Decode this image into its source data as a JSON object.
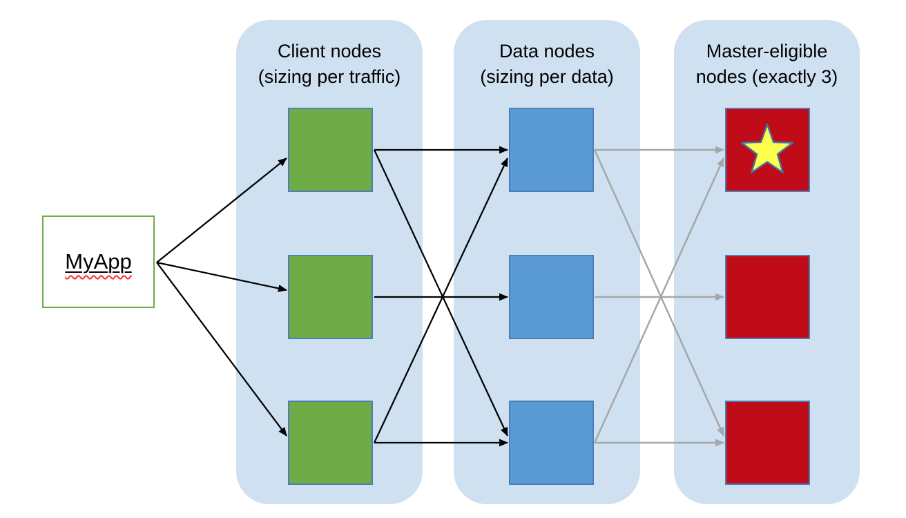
{
  "app_node": {
    "label": "MyApp"
  },
  "columns": [
    {
      "id": "client-nodes",
      "title_line1": "Client nodes",
      "title_line2": "(sizing per traffic)",
      "node_color": "#6FAC47",
      "node_count": 3
    },
    {
      "id": "data-nodes",
      "title_line1": "Data nodes",
      "title_line2": "(sizing per data)",
      "node_color": "#5B9BD5",
      "node_count": 3
    },
    {
      "id": "master-nodes",
      "title_line1": "Master-eligible",
      "title_line2": "nodes (exactly 3)",
      "node_color": "#C00B18",
      "node_count": 3
    }
  ],
  "master_star": {
    "on_node": "master-1",
    "fill": "#FFFF4D",
    "outline": "#3F76A6"
  },
  "colors": {
    "column_bg": "#CFE0F1",
    "node_border": "#4A7EBB",
    "app_box_border": "#6FAC47",
    "black_arrow": "#000000",
    "gray_arrow": "#A6A6A6",
    "spellcheck_underline": "#FF2A2A"
  },
  "connections": [
    {
      "from": "myapp",
      "to": "client-1",
      "color": "black"
    },
    {
      "from": "myapp",
      "to": "client-2",
      "color": "black"
    },
    {
      "from": "myapp",
      "to": "client-3",
      "color": "black"
    },
    {
      "from": "client-1",
      "to": "data-1",
      "color": "black"
    },
    {
      "from": "client-1",
      "to": "data-3",
      "color": "black"
    },
    {
      "from": "client-2",
      "to": "data-2",
      "color": "black"
    },
    {
      "from": "client-3",
      "to": "data-1",
      "color": "black"
    },
    {
      "from": "client-3",
      "to": "data-3",
      "color": "black"
    },
    {
      "from": "data-1",
      "to": "master-1",
      "color": "gray"
    },
    {
      "from": "data-1",
      "to": "master-3",
      "color": "gray"
    },
    {
      "from": "data-2",
      "to": "master-2",
      "color": "gray"
    },
    {
      "from": "data-3",
      "to": "master-1",
      "color": "gray"
    },
    {
      "from": "data-3",
      "to": "master-3",
      "color": "gray"
    }
  ]
}
